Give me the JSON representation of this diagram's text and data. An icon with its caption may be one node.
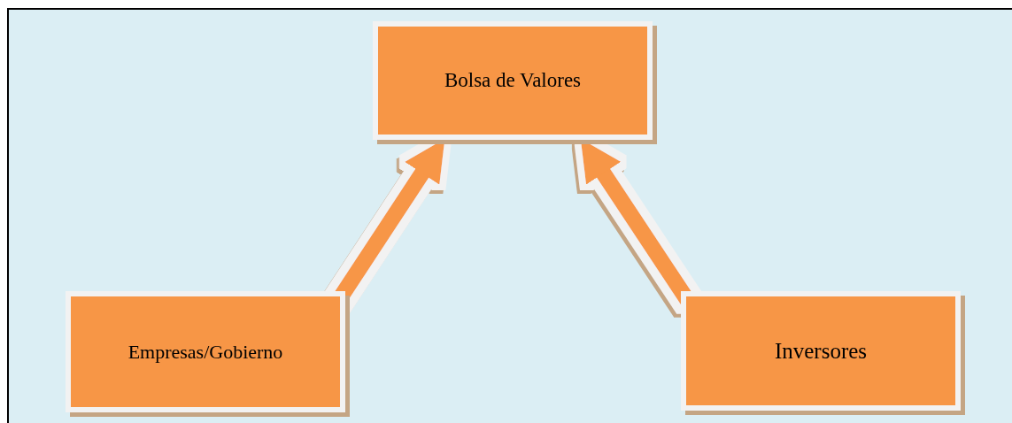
{
  "diagram": {
    "nodes": [
      {
        "text": [
          "Bolsa de Valores"
        ]
      },
      {
        "text": [
          "Empresas/Gobierno"
        ]
      },
      {
        "text": [
          "Inversores"
        ]
      }
    ],
    "edges": [
      {
        "from": 1,
        "to": 0,
        "arrow": "to"
      },
      {
        "from": 2,
        "to": 0,
        "arrow": "to"
      }
    ]
  }
}
